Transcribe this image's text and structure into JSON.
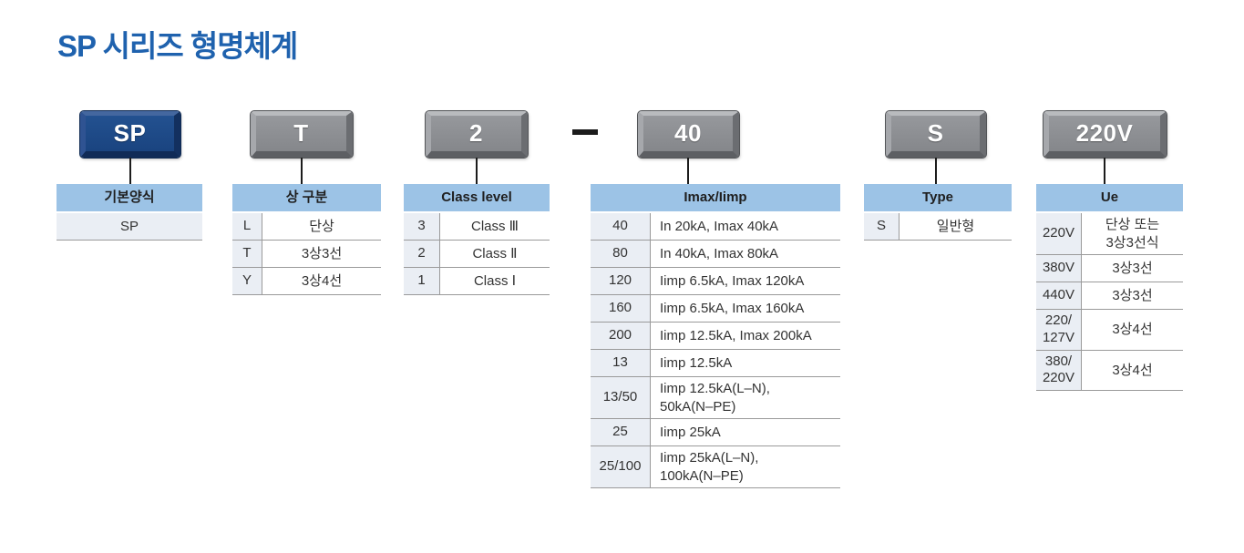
{
  "page": {
    "title": "SP 시리즈 형명체계"
  },
  "separator": "-",
  "code_boxes": [
    {
      "label": "SP",
      "variant": "blue"
    },
    {
      "label": "T",
      "variant": "gray"
    },
    {
      "label": "2",
      "variant": "gray"
    },
    {
      "label": "40",
      "variant": "gray"
    },
    {
      "label": "S",
      "variant": "gray"
    },
    {
      "label": "220V",
      "variant": "gray"
    }
  ],
  "tables": [
    {
      "title": "기본양식",
      "rows": [
        {
          "key": "",
          "value": "SP"
        }
      ]
    },
    {
      "title": "상 구분",
      "rows": [
        {
          "key": "L",
          "value": "단상"
        },
        {
          "key": "T",
          "value": "3상3선"
        },
        {
          "key": "Y",
          "value": "3상4선"
        }
      ]
    },
    {
      "title": "Class level",
      "rows": [
        {
          "key": "3",
          "value": "Class Ⅲ"
        },
        {
          "key": "2",
          "value": "Class Ⅱ"
        },
        {
          "key": "1",
          "value": "Class Ⅰ"
        }
      ]
    },
    {
      "title": "Imax/Iimp",
      "rows": [
        {
          "key": "40",
          "value": "In 20kA, Imax 40kA"
        },
        {
          "key": "80",
          "value": "In 40kA, Imax 80kA"
        },
        {
          "key": "120",
          "value": "Iimp 6.5kA, Imax 120kA"
        },
        {
          "key": "160",
          "value": "Iimp 6.5kA, Imax 160kA"
        },
        {
          "key": "200",
          "value": "Iimp 12.5kA, Imax 200kA"
        },
        {
          "key": "13",
          "value": "Iimp 12.5kA"
        },
        {
          "key": "13/50",
          "value": "Iimp 12.5kA(L–N),\n50kA(N–PE)"
        },
        {
          "key": "25",
          "value": "Iimp 25kA"
        },
        {
          "key": "25/100",
          "value": "Iimp 25kA(L–N),\n100kA(N–PE)"
        }
      ]
    },
    {
      "title": "Type",
      "rows": [
        {
          "key": "S",
          "value": "일반형"
        }
      ]
    },
    {
      "title": "Ue",
      "rows": [
        {
          "key": "220V",
          "value": "단상 또는\n3상3선식"
        },
        {
          "key": "380V",
          "value": "3상3선"
        },
        {
          "key": "440V",
          "value": "3상3선"
        },
        {
          "key": "220/\n127V",
          "value": "3상4선"
        },
        {
          "key": "380/\n220V",
          "value": "3상4선"
        }
      ]
    }
  ],
  "colors": {
    "title_blue": "#1f62ae",
    "table_header_bg": "#9cc3e6",
    "key_cell_bg": "#eaeef4",
    "border_gray": "#9a9a9a",
    "box_blue": "#1c4a87",
    "box_gray": "#8d8f93",
    "connector_black": "#1c1c1c"
  }
}
